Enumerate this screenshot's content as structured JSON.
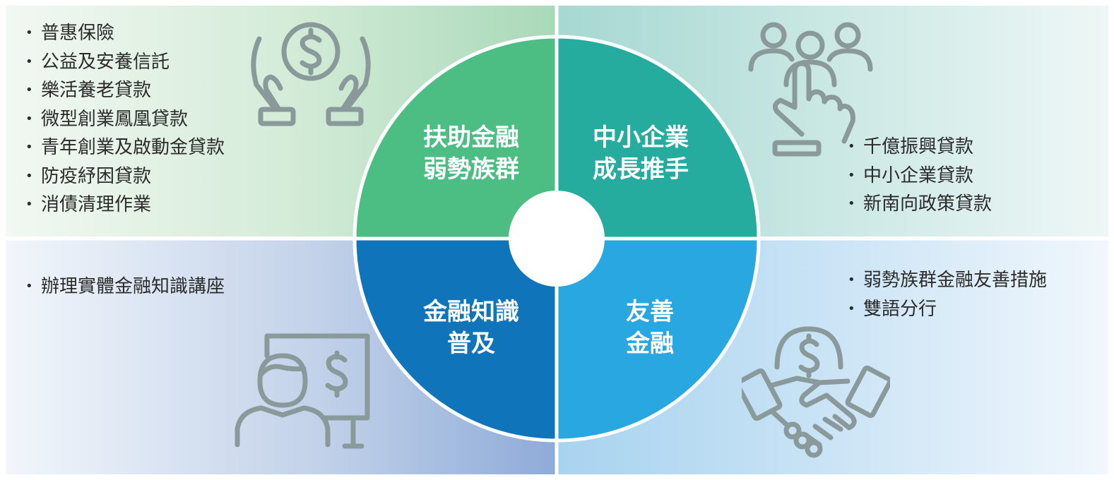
{
  "quadrants": {
    "top_left": {
      "title_lines": [
        "扶助金融",
        "弱勢族群"
      ],
      "items": [
        "普惠保險",
        "公益及安養信託",
        "樂活養老貸款",
        "微型創業鳳凰貸款",
        "青年創業及啟動金貸款",
        "防疫紓困貸款",
        "消債清理作業"
      ],
      "color": "#4dbe83",
      "icon": "hands-dollar-icon"
    },
    "top_right": {
      "title_lines": [
        "中小企業",
        "成長推手"
      ],
      "items": [
        "千億振興貸款",
        "中小企業貸款",
        "新南向政策貸款"
      ],
      "color": "#26ab9f",
      "icon": "group-pointing-hand-icon"
    },
    "bottom_left": {
      "title_lines": [
        "金融知識",
        "普及"
      ],
      "items": [
        "辦理實體金融知識講座"
      ],
      "color": "#0f74ba",
      "icon": "presenter-board-icon"
    },
    "bottom_right": {
      "title_lines": [
        "友善",
        "金融"
      ],
      "items": [
        "弱勢族群金融友善措施",
        "雙語分行"
      ],
      "color": "#29a7e1",
      "icon": "handshake-dollar-icon"
    }
  },
  "icon_color": "#8a9a9b"
}
